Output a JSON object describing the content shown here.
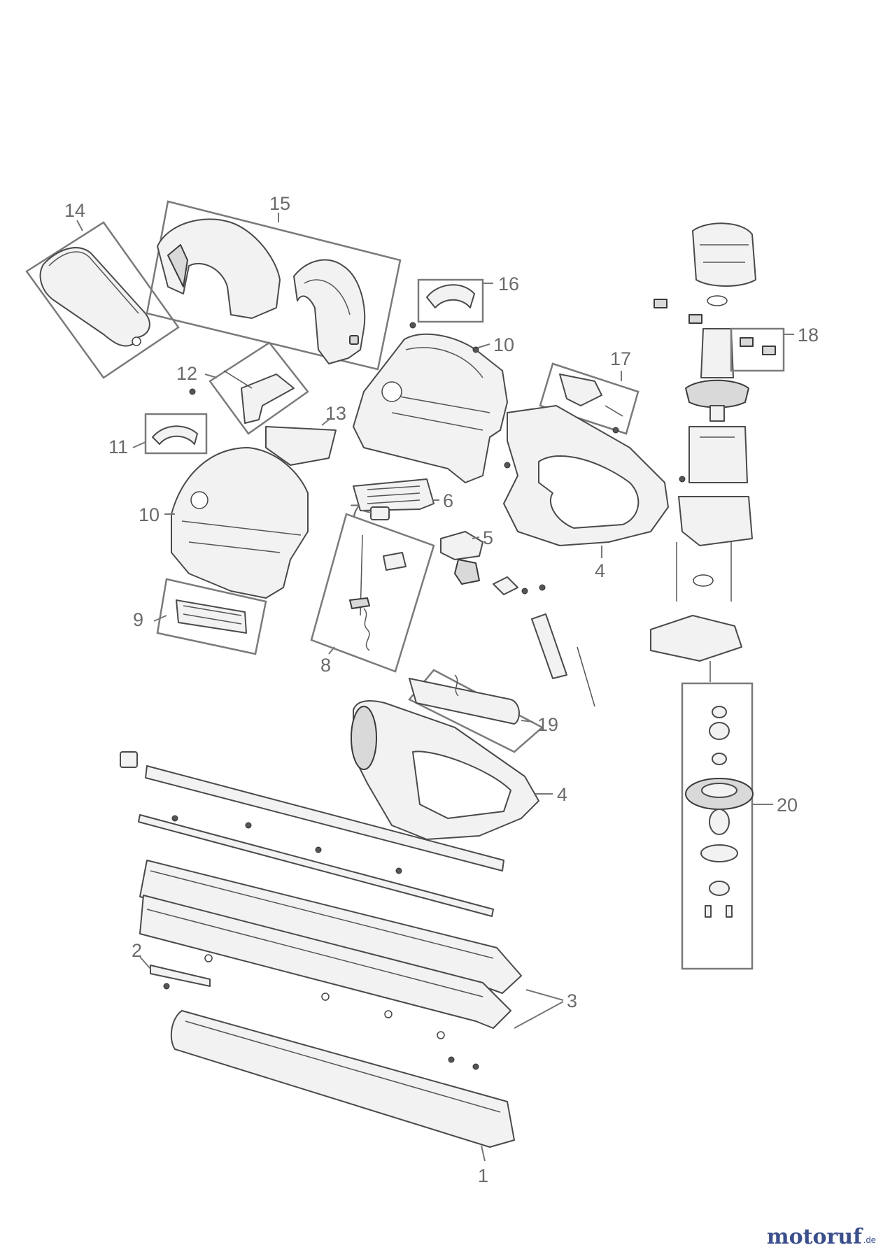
{
  "callouts": {
    "c1": "1",
    "c2": "2",
    "c3": "3",
    "c4a": "4",
    "c4b": "4",
    "c5": "5",
    "c6": "6",
    "c7": "7",
    "c8": "8",
    "c9": "9",
    "c10a": "10",
    "c10b": "10",
    "c11": "11",
    "c12": "12",
    "c13": "13",
    "c14": "14",
    "c15": "15",
    "c16": "16",
    "c17": "17",
    "c18": "18",
    "c19": "19",
    "c20": "20"
  },
  "watermark": {
    "text": "motoruf",
    "suffix": ".de"
  },
  "colors": {
    "line": "#4a4a4a",
    "callout": "#6a6a6a",
    "watermark": "#3b4f8c"
  }
}
